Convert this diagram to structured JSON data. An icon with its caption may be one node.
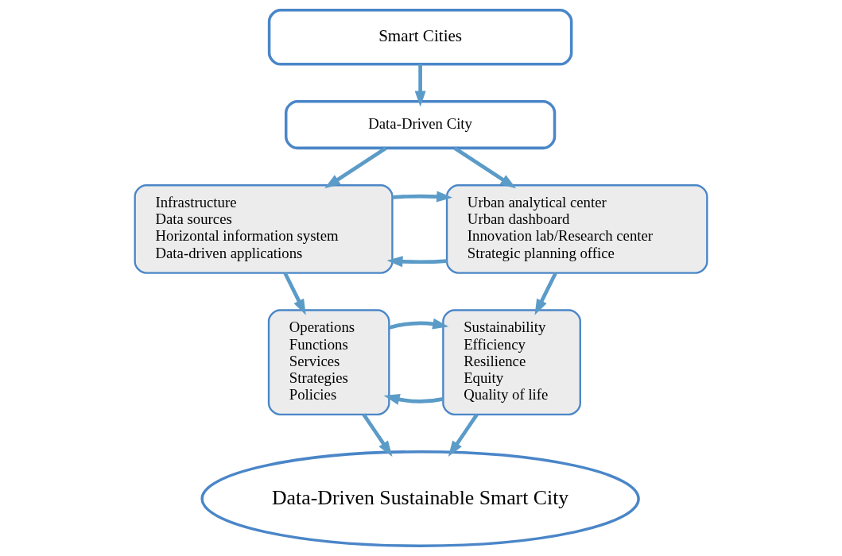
{
  "diagram": {
    "nodes": [
      {
        "text": [
          "Smart Cities"
        ]
      },
      {
        "text": [
          "Data-Driven City"
        ]
      },
      {
        "text": [
          "Infrastructure",
          "Data sources",
          "Horizontal information system",
          "Data-driven applications"
        ]
      },
      {
        "text": [
          "Urban analytical center",
          "Urban dashboard",
          "Innovation lab/Research center",
          "Strategic planning office"
        ]
      },
      {
        "text": [
          "Operations",
          "Functions",
          "Services",
          "Strategies",
          "Policies"
        ]
      },
      {
        "text": [
          "Sustainability",
          "Efficiency",
          "Resilience",
          "Equity",
          "Quality of life"
        ]
      },
      {
        "text": [
          "Data-Driven Sustainable Smart City"
        ]
      }
    ],
    "edges": [
      {
        "from": 0,
        "to": 1,
        "arrow": "to"
      },
      {
        "from": 1,
        "to": 2,
        "arrow": "to"
      },
      {
        "from": 1,
        "to": 3,
        "arrow": "to"
      },
      {
        "from": 3,
        "to": 2,
        "arrow": "to"
      },
      {
        "from": 2,
        "to": 3,
        "arrow": "to"
      },
      {
        "from": 2,
        "to": 4,
        "arrow": "to"
      },
      {
        "from": 3,
        "to": 5,
        "arrow": "to"
      },
      {
        "from": 5,
        "to": 4,
        "arrow": "to"
      },
      {
        "from": 4,
        "to": 5,
        "arrow": "to"
      },
      {
        "from": 4,
        "to": 6,
        "arrow": "to"
      },
      {
        "from": 5,
        "to": 6,
        "arrow": "to"
      }
    ]
  }
}
